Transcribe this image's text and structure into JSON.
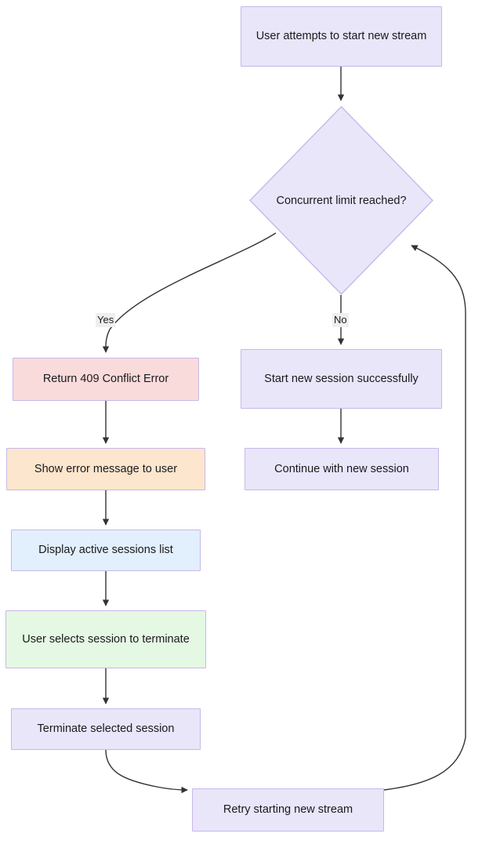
{
  "diagram": {
    "type": "flowchart",
    "direction": "top-down",
    "background": "#ffffff",
    "edge_color": "#333333",
    "node_border_color": "#c7b8e8",
    "nodes": [
      {
        "id": "start",
        "label": "User attempts to start new stream",
        "shape": "rect",
        "fill": "#e9e6fa"
      },
      {
        "id": "decision",
        "label": "Concurrent limit reached?",
        "shape": "diamond",
        "fill": "#e9e6fa"
      },
      {
        "id": "conflict",
        "label": "Return 409 Conflict Error",
        "shape": "rect",
        "fill": "#fadbdb"
      },
      {
        "id": "showerror",
        "label": "Show error message to user",
        "shape": "rect",
        "fill": "#fce6cd"
      },
      {
        "id": "sessions",
        "label": "Display active sessions list",
        "shape": "rect",
        "fill": "#e2effc"
      },
      {
        "id": "select",
        "label": "User selects session to terminate",
        "shape": "rect",
        "fill": "#e5f8e3"
      },
      {
        "id": "terminate",
        "label": "Terminate selected session",
        "shape": "rect",
        "fill": "#e9e6fa"
      },
      {
        "id": "retry",
        "label": "Retry starting new stream",
        "shape": "rect",
        "fill": "#e9e6fa"
      },
      {
        "id": "startok",
        "label": "Start new session successfully",
        "shape": "rect",
        "fill": "#e9e6fa"
      },
      {
        "id": "continue",
        "label": "Continue with new session",
        "shape": "rect",
        "fill": "#e9e6fa"
      }
    ],
    "edge_labels": {
      "yes": "Yes",
      "no": "No"
    },
    "edges": [
      {
        "from": "start",
        "to": "decision",
        "label": ""
      },
      {
        "from": "decision",
        "to": "conflict",
        "label": "Yes"
      },
      {
        "from": "decision",
        "to": "startok",
        "label": "No"
      },
      {
        "from": "conflict",
        "to": "showerror",
        "label": ""
      },
      {
        "from": "showerror",
        "to": "sessions",
        "label": ""
      },
      {
        "from": "sessions",
        "to": "select",
        "label": ""
      },
      {
        "from": "select",
        "to": "terminate",
        "label": ""
      },
      {
        "from": "terminate",
        "to": "retry",
        "label": ""
      },
      {
        "from": "retry",
        "to": "decision",
        "label": ""
      },
      {
        "from": "startok",
        "to": "continue",
        "label": ""
      }
    ]
  }
}
